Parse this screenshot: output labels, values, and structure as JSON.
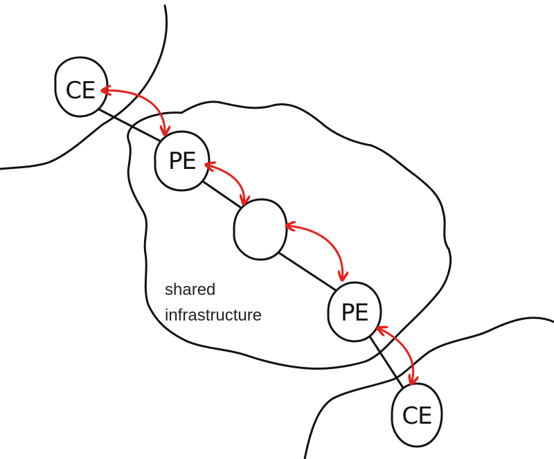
{
  "cloud": {
    "label_line1": "shared",
    "label_line2": "infrastructure"
  },
  "nodes": {
    "ce_top": "CE",
    "pe_top": "PE",
    "p_middle": "",
    "pe_bottom": "PE",
    "ce_bottom": "CE"
  },
  "colors": {
    "ink": "#111111",
    "peering_arrows": "#e8201a",
    "background": "#ffffff"
  }
}
